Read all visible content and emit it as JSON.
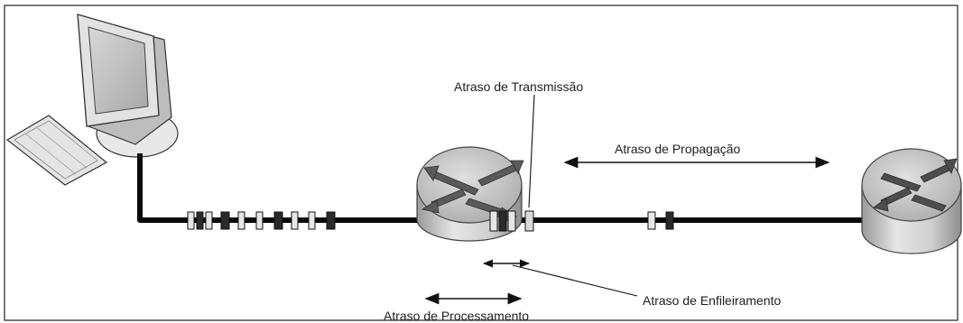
{
  "labels": {
    "transmission": "Atraso de Transmissão",
    "propagation": "Atraso de Propagação",
    "queueing": "Atraso de Enfileiramento",
    "processing": "Atraso de Processamento"
  },
  "nodes": {
    "host": "computer-icon",
    "router_near": "router-icon",
    "router_far": "router-icon"
  },
  "colors": {
    "link": "#0a0a0a",
    "packet_light": "#e6e6e6",
    "packet_dark": "#2a2a2a"
  }
}
